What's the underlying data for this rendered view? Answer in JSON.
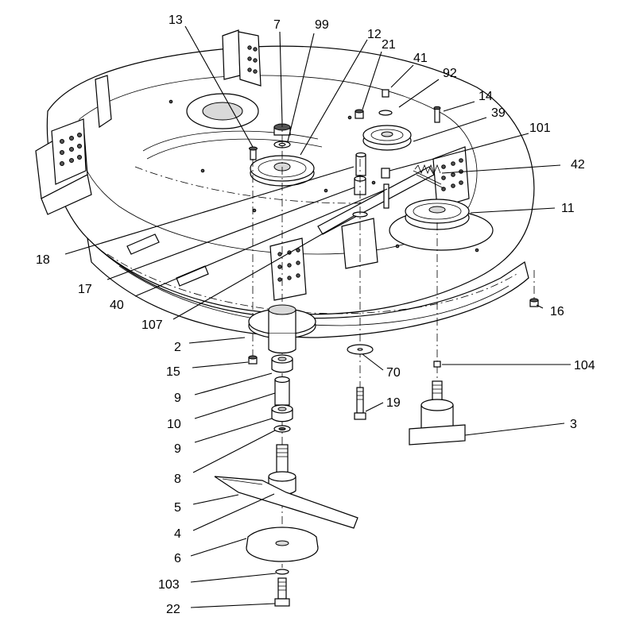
{
  "callouts": [
    "13",
    "7",
    "99",
    "12",
    "21",
    "41",
    "92",
    "14",
    "39",
    "101",
    "42",
    "11",
    "18",
    "17",
    "40",
    "107",
    "16",
    "2",
    "15",
    "9",
    "10",
    "9",
    "8",
    "5",
    "4",
    "6",
    "103",
    "22",
    "70",
    "19",
    "104",
    "3"
  ]
}
